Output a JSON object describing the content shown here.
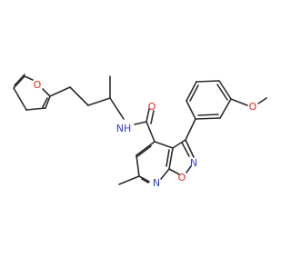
{
  "molecule": {
    "atom_labels": {
      "furan_oxygen": "O",
      "amide_nitrogen": "NH",
      "amide_oxygen": "O",
      "isoxazole_nitrogen": "N",
      "isoxazole_oxygen": "O",
      "pyridine_nitrogen": "N",
      "methoxy_oxygen": "O"
    },
    "colors": {
      "bond": "#2b2b2b",
      "oxygen": "#e8221c",
      "nitrogen": "#2c3fd1",
      "background": "#ffffff"
    }
  }
}
